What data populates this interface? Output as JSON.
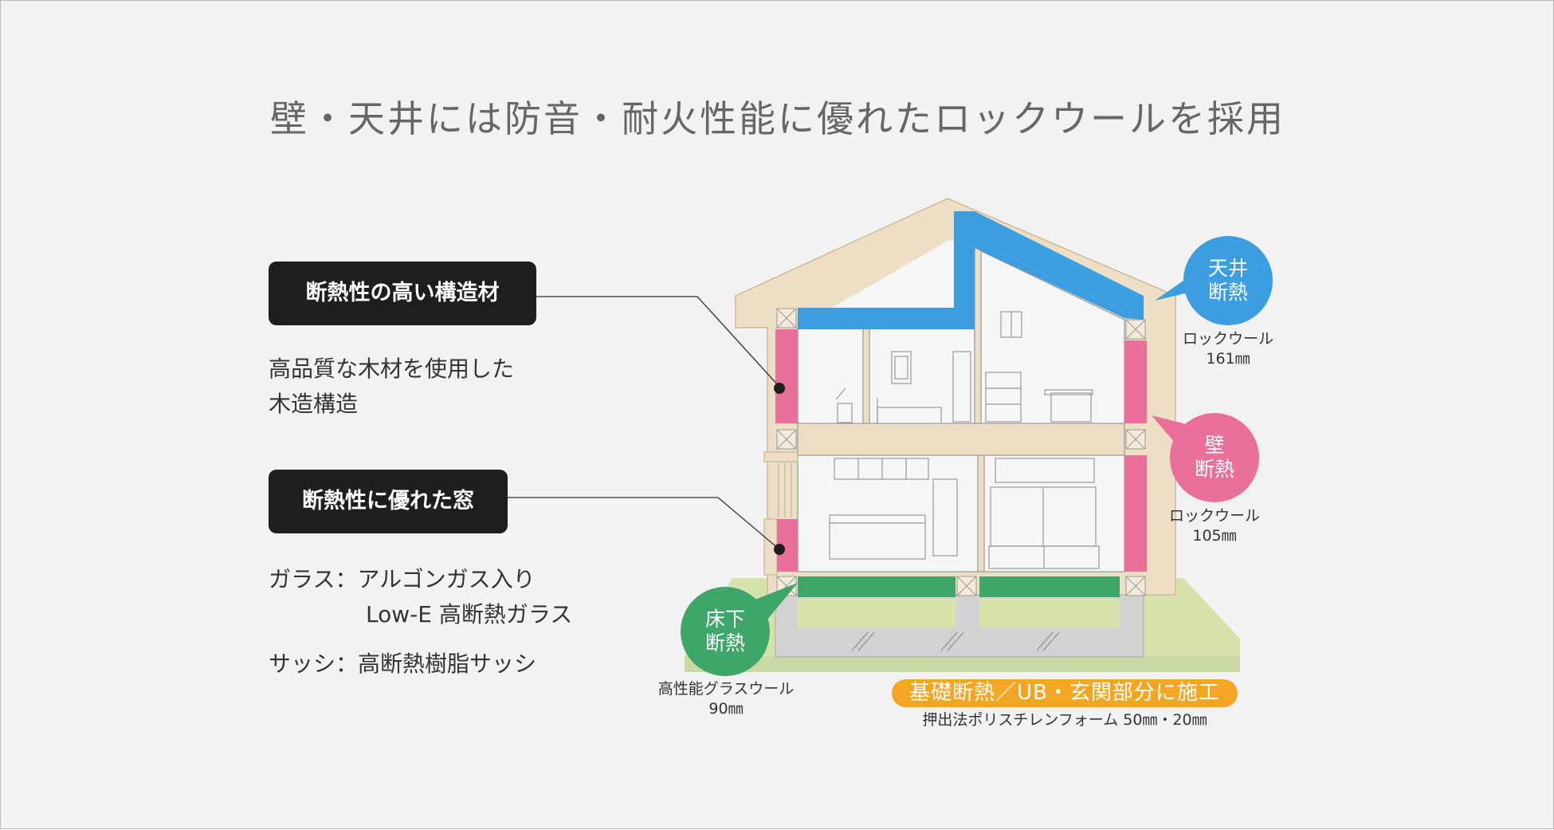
{
  "title": "壁・天井には防音・耐火性能に優れたロックウールを採用",
  "left": {
    "feature1": {
      "label": "断熱性の高い構造材",
      "desc": [
        "高品質な木材を使用した",
        "木造構造"
      ]
    },
    "feature2": {
      "label": "断熱性に優れた窓",
      "glass_label": "ガラス：",
      "glass_line1": "アルゴンガス入り",
      "glass_line2": "Low-E 高断熱ガラス",
      "sash": "サッシ：高断熱樹脂サッシ"
    }
  },
  "callouts": {
    "ceiling": {
      "line1": "天井",
      "line2": "断熱",
      "material": "ロックウール",
      "thickness": "161㎜",
      "color": "#3c9ee0"
    },
    "wall": {
      "line1": "壁",
      "line2": "断熱",
      "material": "ロックウール",
      "thickness": "105㎜",
      "color": "#ea6f9a"
    },
    "floor": {
      "line1": "床下",
      "line2": "断熱",
      "material": "高性能グラスウール",
      "thickness": "90㎜",
      "color": "#3fa66a"
    },
    "foundation": {
      "label": "基礎断熱／UB・玄関部分に施工",
      "material": "押出法ポリスチレンフォーム 50㎜・20㎜",
      "color": "#f5a524"
    }
  }
}
